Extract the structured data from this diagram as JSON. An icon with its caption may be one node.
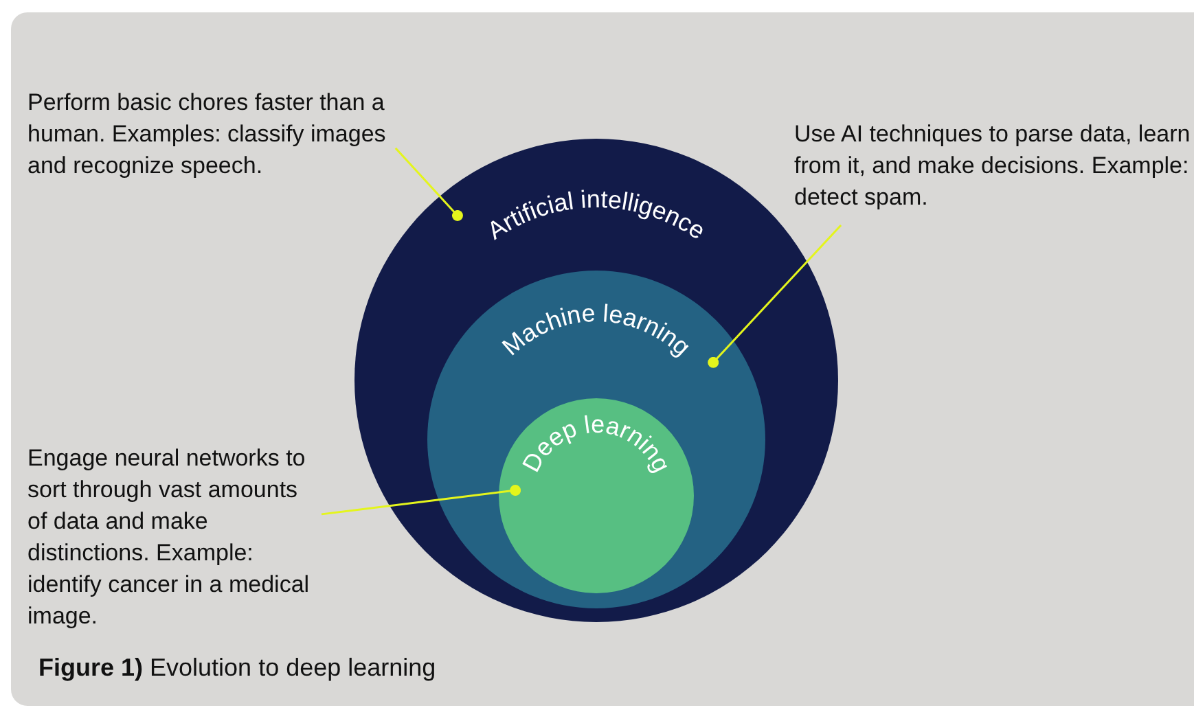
{
  "diagram": {
    "caption": "**Figure 1)** Evolution to deep learning",
    "nodes": [
      {
        "text": [
          "Artificial intelligence"
        ]
      },
      {
        "text": [
          "Machine learning"
        ],
        "in": 0
      },
      {
        "text": [
          "Deep learning"
        ],
        "in": 1
      },
      {
        "text": [
          "Perform basic chores faster than a human. Examples: classify images and recognize speech."
        ]
      },
      {
        "text": [
          "Use AI techniques to parse data, learn from it, and make decisions. Example: detect spam."
        ]
      },
      {
        "text": [
          "Engage neural networks to sort through vast amounts of data and make distinctions. Example: identify cancer in a medical image."
        ]
      }
    ],
    "edges": [
      {
        "from": 3,
        "to": 0,
        "arrow": "other"
      },
      {
        "from": 4,
        "to": 1,
        "arrow": "other"
      },
      {
        "from": 5,
        "to": 2,
        "arrow": "other"
      }
    ]
  }
}
